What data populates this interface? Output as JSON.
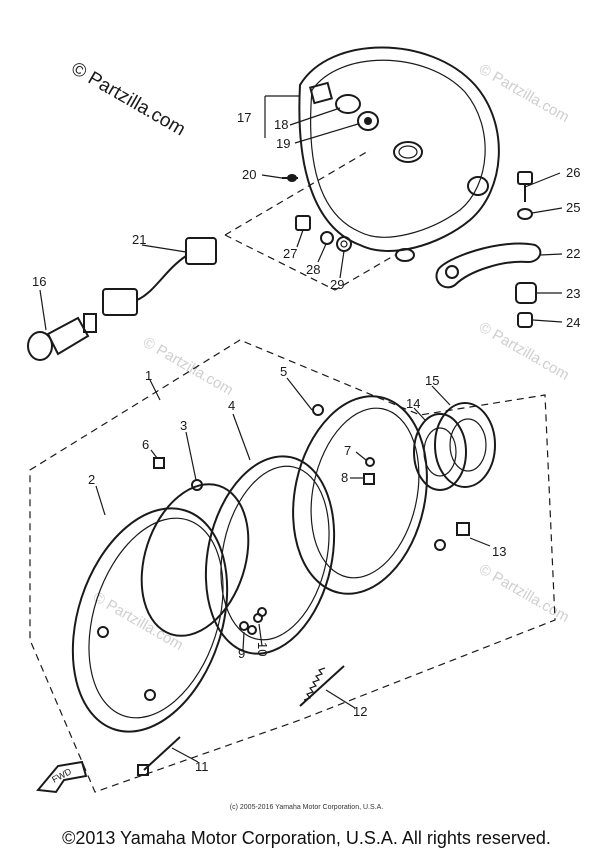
{
  "watermark": {
    "main": "© Partzilla.com",
    "faint": "© Partzilla.com"
  },
  "callouts": {
    "p1": "1",
    "p2": "2",
    "p3": "3",
    "p4": "4",
    "p5": "5",
    "p6": "6",
    "p7": "7",
    "p8": "8",
    "p9": "9",
    "p10": "10",
    "p11": "11",
    "p12": "12",
    "p13": "13",
    "p14": "14",
    "p15": "15",
    "p16": "16",
    "p17": "17",
    "p18": "18",
    "p19": "19",
    "p20": "20",
    "p21": "21",
    "p22": "22",
    "p23": "23",
    "p24": "24",
    "p25": "25",
    "p26": "26",
    "p27": "27",
    "p28": "28",
    "p29": "29"
  },
  "fwd_label": "FWD",
  "small_copyright": "(c) 2005-2016 Yamaha Motor Corporation, U.S.A.",
  "main_copyright": "©2013 Yamaha Motor Corporation, U.S.A. All rights reserved."
}
